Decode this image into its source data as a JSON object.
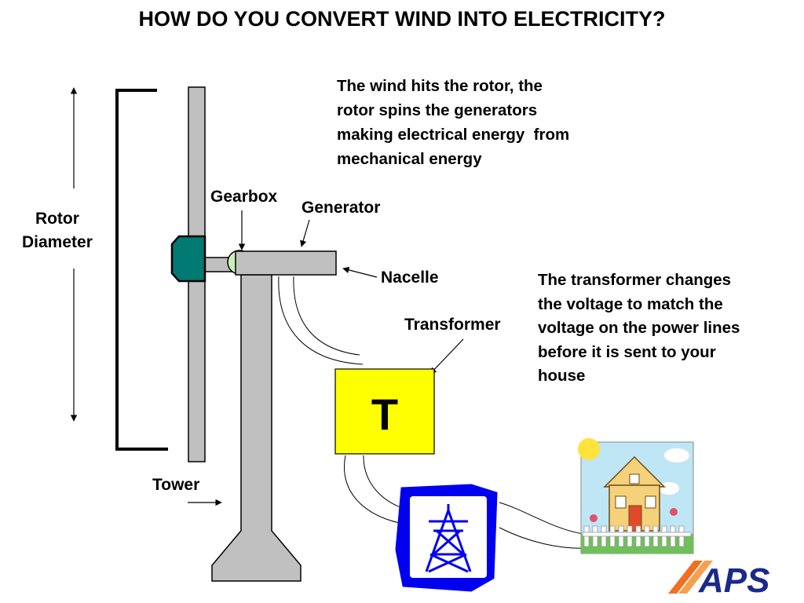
{
  "title": "HOW DO YOU CONVERT WIND INTO ELECTRICITY?",
  "descriptions": {
    "rotor_lines": [
      "The wind hits the rotor, the",
      "rotor spins the generators",
      "making electrical energy  from",
      "mechanical energy"
    ],
    "transformer_lines": [
      "The transformer changes",
      "the voltage to match the",
      "voltage on the power lines",
      "before it is sent to your",
      "house"
    ]
  },
  "labels": {
    "rotor_diameter_lines": [
      "Rotor",
      "Diameter"
    ],
    "gearbox": "Gearbox",
    "generator": "Generator",
    "nacelle": "Nacelle",
    "transformer": "Transformer",
    "tower": "Tower"
  },
  "transformer_box_letter": "T",
  "logo_text": "APS",
  "colors": {
    "tower": "#c0c0c0",
    "hub": "#007a73",
    "gearbox": "#c8f0b8",
    "transformer": "#ffff00",
    "power_icon": "#0000ee",
    "logo_blue": "#1a2a8a",
    "logo_orange": "#f07020"
  }
}
